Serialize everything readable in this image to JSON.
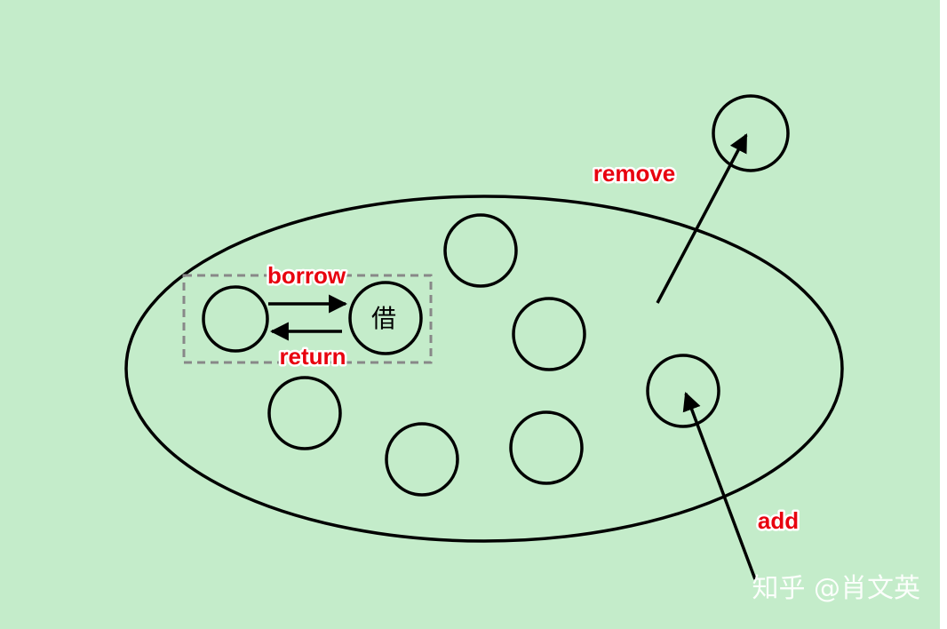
{
  "background_color": "#c4ecca",
  "label_color": "#e8000f",
  "labels": {
    "remove": "remove",
    "borrow": "borrow",
    "return": "return",
    "add": "add",
    "borrowed_object": "借"
  },
  "watermark": "知乎 @肖文英"
}
